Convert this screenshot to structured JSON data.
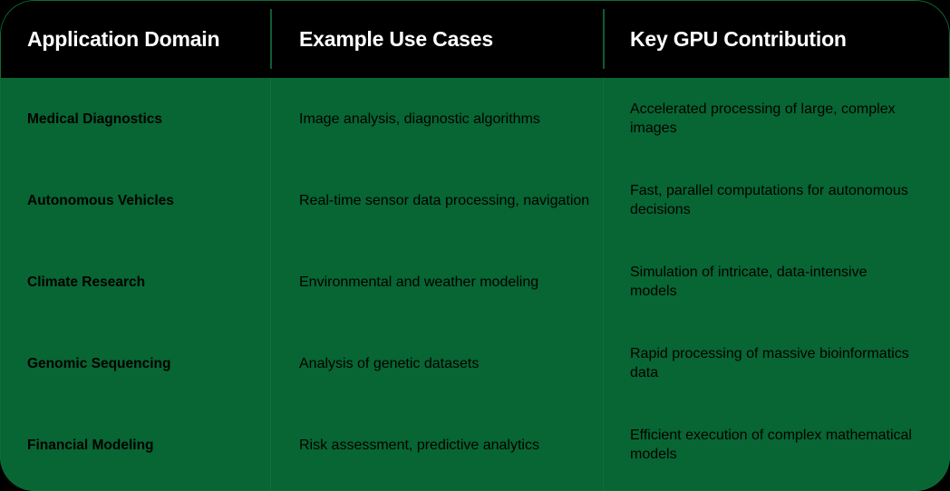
{
  "table": {
    "headers": [
      {
        "label": "Application Domain"
      },
      {
        "label": "Example Use Cases"
      },
      {
        "label": "Key GPU Contribution"
      }
    ],
    "rows": [
      {
        "domain": "Medical Diagnostics",
        "use_cases": "Image analysis, diagnostic algorithms",
        "gpu_contribution": "Accelerated processing of large, complex images"
      },
      {
        "domain": "Autonomous Vehicles",
        "use_cases": "Real-time sensor data processing, navigation",
        "gpu_contribution": "Fast, parallel computations for autonomous decisions"
      },
      {
        "domain": "Climate Research",
        "use_cases": "Environmental and weather modeling",
        "gpu_contribution": "Simulation of intricate, data-intensive models"
      },
      {
        "domain": "Genomic Sequencing",
        "use_cases": "Analysis of genetic datasets",
        "gpu_contribution": "Rapid processing of massive bioinformatics data"
      },
      {
        "domain": "Financial Modeling",
        "use_cases": "Risk assessment, predictive analytics",
        "gpu_contribution": "Efficient execution of complex mathematical models"
      }
    ]
  },
  "colors": {
    "header_background": "#000000",
    "body_background": "#076633",
    "header_text": "#ffffff",
    "body_text": "#000000",
    "outline": "#0d6b38",
    "header_divider": "#0f5c32"
  }
}
